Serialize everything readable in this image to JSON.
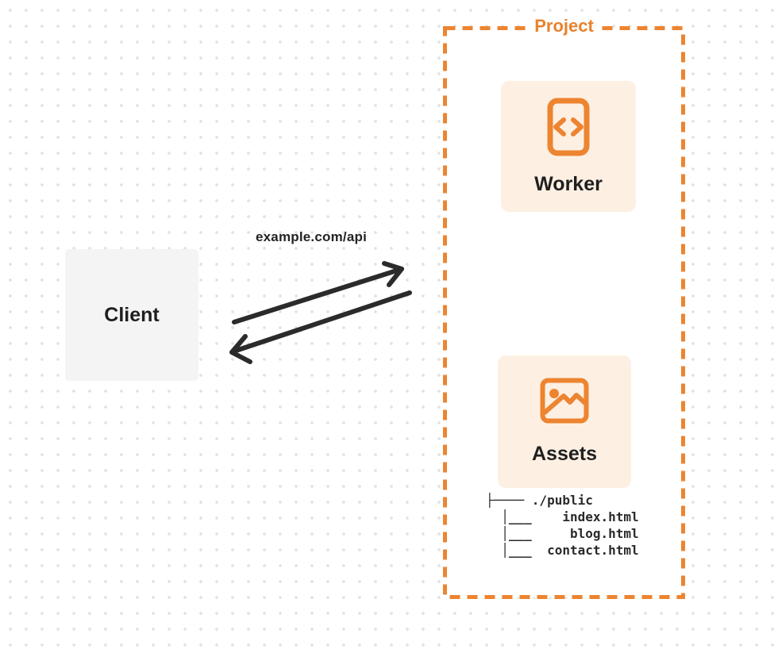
{
  "colors": {
    "accent_orange": "#E8822C",
    "card_cream": "#FDF0E3",
    "card_gray": "#F4F4F5",
    "ink": "#2b2b2b",
    "dot_grid": "#E2E2E2"
  },
  "client": {
    "label": "Client"
  },
  "connection": {
    "label": "example.com/api",
    "request_icon": "arrow-up-right-icon",
    "response_icon": "arrow-down-left-icon"
  },
  "project": {
    "label": "Project",
    "worker": {
      "label": "Worker",
      "icon": "code-file-icon"
    },
    "assets": {
      "label": "Assets",
      "icon": "image-icon"
    },
    "file_tree": {
      "root": "./public",
      "files": [
        "index.html",
        "blog.html",
        "contact.html"
      ],
      "lines": [
        "├──── ./public",
        "  │___    index.html",
        "  │___     blog.html",
        "  │___  contact.html"
      ]
    }
  }
}
